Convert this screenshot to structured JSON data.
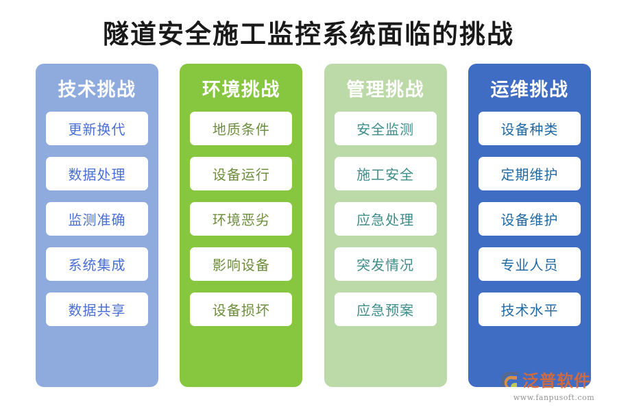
{
  "page": {
    "title": "隧道安全施工监控系统面临的挑战",
    "background": "#ffffff",
    "title_color": "#1a1a1a"
  },
  "columns": [
    {
      "header": "技术挑战",
      "panel_color": "#8fabde",
      "header_text_color": "#ffffff",
      "pill_bg": "#ffffff",
      "pill_text_color": "#4a6fd4",
      "items": [
        "更新换代",
        "数据处理",
        "监测准确",
        "系统集成",
        "数据共享"
      ]
    },
    {
      "header": "环境挑战",
      "panel_color": "#87c council",
      "panel_color_hex": "#87c63f",
      "header_text_color": "#ffffff",
      "pill_bg": "#ffffff",
      "pill_text_color": "#6d8e3c",
      "items": [
        "地质条件",
        "设备运行",
        "环境恶劣",
        "影响设备",
        "设备损坏"
      ]
    },
    {
      "header": "管理挑战",
      "panel_color": "#bcd9a8",
      "header_text_color": "#ffffff",
      "pill_bg": "#ffffff",
      "pill_text_color": "#3d8d8a",
      "items": [
        "安全监测",
        "施工安全",
        "应急处理",
        "突发情况",
        "应急预案"
      ]
    },
    {
      "header": "运维挑战",
      "panel_color": "#3f6dc4",
      "header_text_color": "#ffffff",
      "pill_bg": "#ffffff",
      "pill_text_color": "#1f6aa5",
      "items": [
        "设备种类",
        "定期维护",
        "设备维护",
        "专业人员",
        "技术水平"
      ]
    }
  ],
  "watermark": {
    "brand": "泛普软件",
    "url": "www.fanpusoft.com",
    "brand_color": "#d86a3a",
    "url_color": "#8a8a8a",
    "mark_name": "fanpu-swoosh-logo"
  }
}
